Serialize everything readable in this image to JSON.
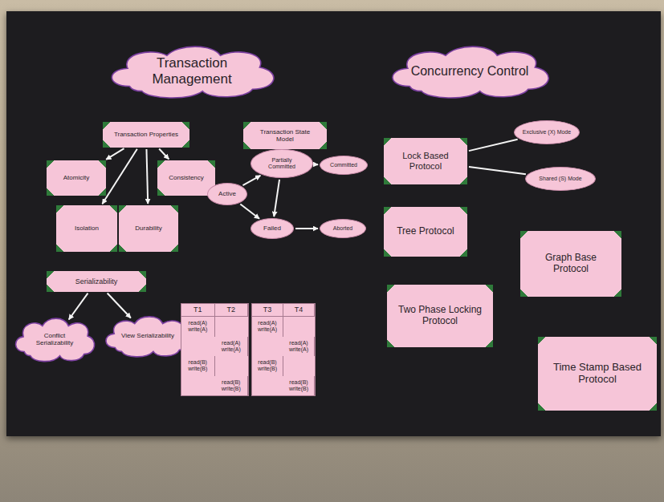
{
  "diagram": {
    "nodes": [
      {
        "text": [
          "Transaction Management"
        ]
      },
      {
        "text": [
          "Transaction Properties"
        ]
      },
      {
        "text": [
          "Atomicity"
        ]
      },
      {
        "text": [
          "Consistency"
        ]
      },
      {
        "text": [
          "Isolation"
        ]
      },
      {
        "text": [
          "Durability"
        ]
      },
      {
        "text": [
          "Transaction State Model"
        ]
      },
      {
        "text": [
          "Active"
        ]
      },
      {
        "text": [
          "Partially Committed"
        ]
      },
      {
        "text": [
          "Committed"
        ]
      },
      {
        "text": [
          "Failed"
        ]
      },
      {
        "text": [
          "Aborted"
        ]
      },
      {
        "text": [
          "Serializability"
        ]
      },
      {
        "text": [
          "Conflict Serializability"
        ]
      },
      {
        "text": [
          "View Serializability"
        ]
      },
      {
        "text": [
          "T1",
          "T2",
          "read(A) write(A)",
          "read(A) write(A)",
          "read(B) write(B)",
          "read(B) write(B)"
        ]
      },
      {
        "text": [
          "T3",
          "T4",
          "read(A) write(A)",
          "read(A) write(A)",
          "read(B) write(B)",
          "read(B) write(B)"
        ]
      },
      {
        "text": [
          "Concurrency Control"
        ]
      },
      {
        "text": [
          "Lock Based Protocol"
        ]
      },
      {
        "text": [
          "Exclusive (X) Mode"
        ]
      },
      {
        "text": [
          "Shared (S) Mode"
        ]
      },
      {
        "text": [
          "Tree Protocol"
        ]
      },
      {
        "text": [
          "Graph Base Protocol"
        ]
      },
      {
        "text": [
          "Two Phase Locking Protocol"
        ]
      },
      {
        "text": [
          "Time Stamp Based Protocol"
        ]
      }
    ],
    "edges": [
      {
        "from": 1,
        "to": 2,
        "arrow": "to"
      },
      {
        "from": 1,
        "to": 3,
        "arrow": "to"
      },
      {
        "from": 1,
        "to": 4,
        "arrow": "to"
      },
      {
        "from": 1,
        "to": 5,
        "arrow": "to"
      },
      {
        "from": 7,
        "to": 8,
        "arrow": "to"
      },
      {
        "from": 7,
        "to": 10,
        "arrow": "to"
      },
      {
        "from": 8,
        "to": 9,
        "arrow": "to"
      },
      {
        "from": 8,
        "to": 10,
        "arrow": "to"
      },
      {
        "from": 10,
        "to": 11,
        "arrow": "to"
      },
      {
        "from": 12,
        "to": 13,
        "arrow": "to"
      },
      {
        "from": 12,
        "to": 14,
        "arrow": "to"
      },
      {
        "from": 18,
        "to": 19,
        "arrow": "none"
      },
      {
        "from": 18,
        "to": 20,
        "arrow": "none"
      }
    ]
  }
}
